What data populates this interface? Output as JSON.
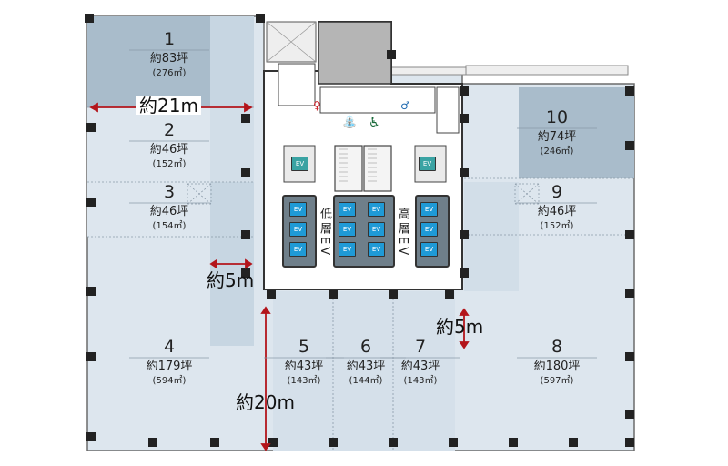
{
  "rooms": [
    {
      "num": "1",
      "area": "約83坪",
      "sqm": "(276㎡)"
    },
    {
      "num": "2",
      "area": "約46坪",
      "sqm": "(152㎡)"
    },
    {
      "num": "3",
      "area": "約46坪",
      "sqm": "(154㎡)"
    },
    {
      "num": "4",
      "area": "約179坪",
      "sqm": "(594㎡)"
    },
    {
      "num": "5",
      "area": "約43坪",
      "sqm": "(143㎡)"
    },
    {
      "num": "6",
      "area": "約43坪",
      "sqm": "(144㎡)"
    },
    {
      "num": "7",
      "area": "約43坪",
      "sqm": "(143㎡)"
    },
    {
      "num": "8",
      "area": "約180坪",
      "sqm": "(597㎡)"
    },
    {
      "num": "9",
      "area": "約46坪",
      "sqm": "(152㎡)"
    },
    {
      "num": "10",
      "area": "約74坪",
      "sqm": "(246㎡)"
    }
  ],
  "dimensions": {
    "width_top": "約21m",
    "gap_left": "約5m",
    "gap_right": "約5m",
    "depth": "約20m"
  },
  "elevators": {
    "label": "EV",
    "low_label": "低層EV",
    "high_label": "高層EV"
  },
  "colors": {
    "floor": "#dde6ee",
    "room_highlight": "#a9bccb",
    "room_mid": "#c7d6e2",
    "core": "#ffffff",
    "wall": "#333333",
    "dim_arrow": "#b3151b",
    "ev_blue": "#1f9ad6",
    "ev_teal": "#3aa3a3"
  },
  "icons": [
    "restroom-female-icon",
    "restroom-male-icon",
    "wheelchair-icon",
    "shower-icon"
  ]
}
